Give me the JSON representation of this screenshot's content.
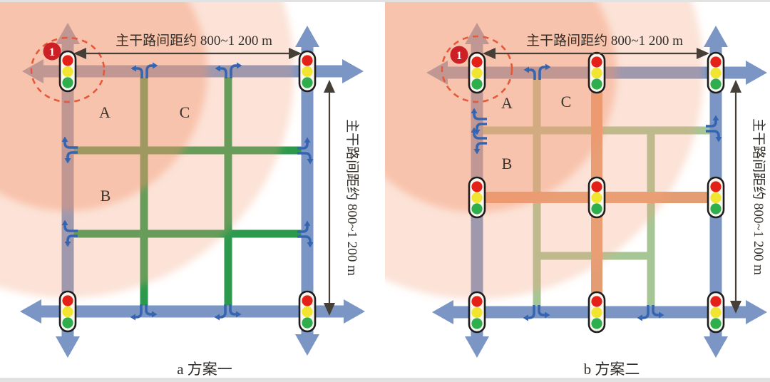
{
  "panels": [
    {
      "id": "a",
      "caption": "a 方案一",
      "top_spacing_label": "主干路间距约 800~1 200 m",
      "right_spacing_label": "主干路间距约 800~1 200 m",
      "badge": "1",
      "zones": {
        "A": "A",
        "B": "B",
        "C": "C"
      }
    },
    {
      "id": "b",
      "caption": "b 方案二",
      "top_spacing_label": "主干路间距约 800~1 200 m",
      "right_spacing_label": "主干路间距约 800~1 200 m",
      "badge": "1",
      "zones": {
        "A": "A",
        "B": "B",
        "C": "C"
      }
    }
  ],
  "icons": {
    "traffic_light": "traffic-light-icon",
    "turn_arrows": "right-turn-arrows-icon",
    "numbered_badge": "intersection-1-badge"
  },
  "colors": {
    "main_road": "#7b96c5",
    "plan_a_secondary_road": "#2b9a4c",
    "plan_b_branch_road": "#a7c695",
    "plan_b_connector_road": "#e49d72",
    "coverage_zone": "#f3996c",
    "signal_red": "#e32119",
    "signal_yellow": "#f2e531",
    "signal_green": "#2fae4e",
    "badge_red": "#cd1f26",
    "dashed_circle": "#e4593a",
    "measure_arrow": "#463f37"
  }
}
